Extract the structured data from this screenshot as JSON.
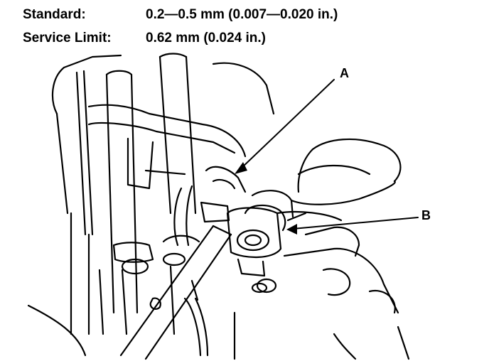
{
  "specs": {
    "standard_label": "Standard:",
    "standard_value": "0.2—0.5 mm (0.007—0.020 in.)",
    "limit_label": "Service Limit:",
    "limit_value": "0.62 mm (0.024 in.)"
  },
  "callouts": {
    "a": "A",
    "b": "B"
  }
}
